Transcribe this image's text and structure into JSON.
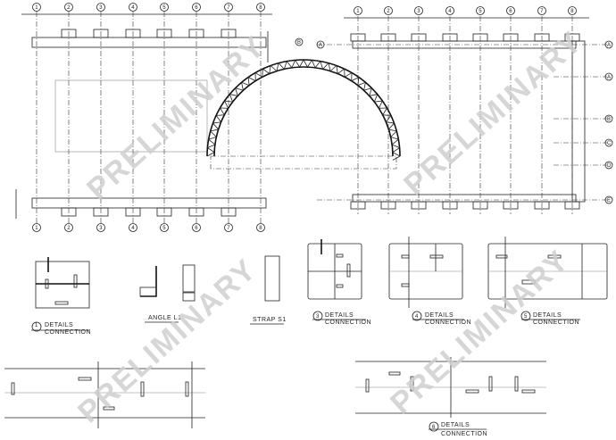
{
  "plans": {
    "grid_columns": [
      "1",
      "2",
      "3",
      "4",
      "5",
      "6",
      "7",
      "8"
    ],
    "left_row_label": "B",
    "right_row_labels": [
      "A",
      "A",
      "B",
      "C",
      "D",
      "E"
    ]
  },
  "details": {
    "d1": {
      "number": "1",
      "title": "DETAILS",
      "subtitle": "CONNECTION"
    },
    "angle": {
      "title": "ANGLE L1"
    },
    "strap": {
      "title": "STRAP S1"
    },
    "d3": {
      "number": "3",
      "title": "DETAILS",
      "subtitle": "CONNECTION"
    },
    "d4": {
      "number": "4",
      "title": "DETAILS",
      "subtitle": "CONNECTION"
    },
    "d5": {
      "number": "5",
      "title": "DETAILS",
      "subtitle": "CONNECTION"
    },
    "d6": {
      "number": "6",
      "title": "DETAILS",
      "subtitle": "CONNECTION"
    }
  },
  "watermark": "PRELIMINARY"
}
